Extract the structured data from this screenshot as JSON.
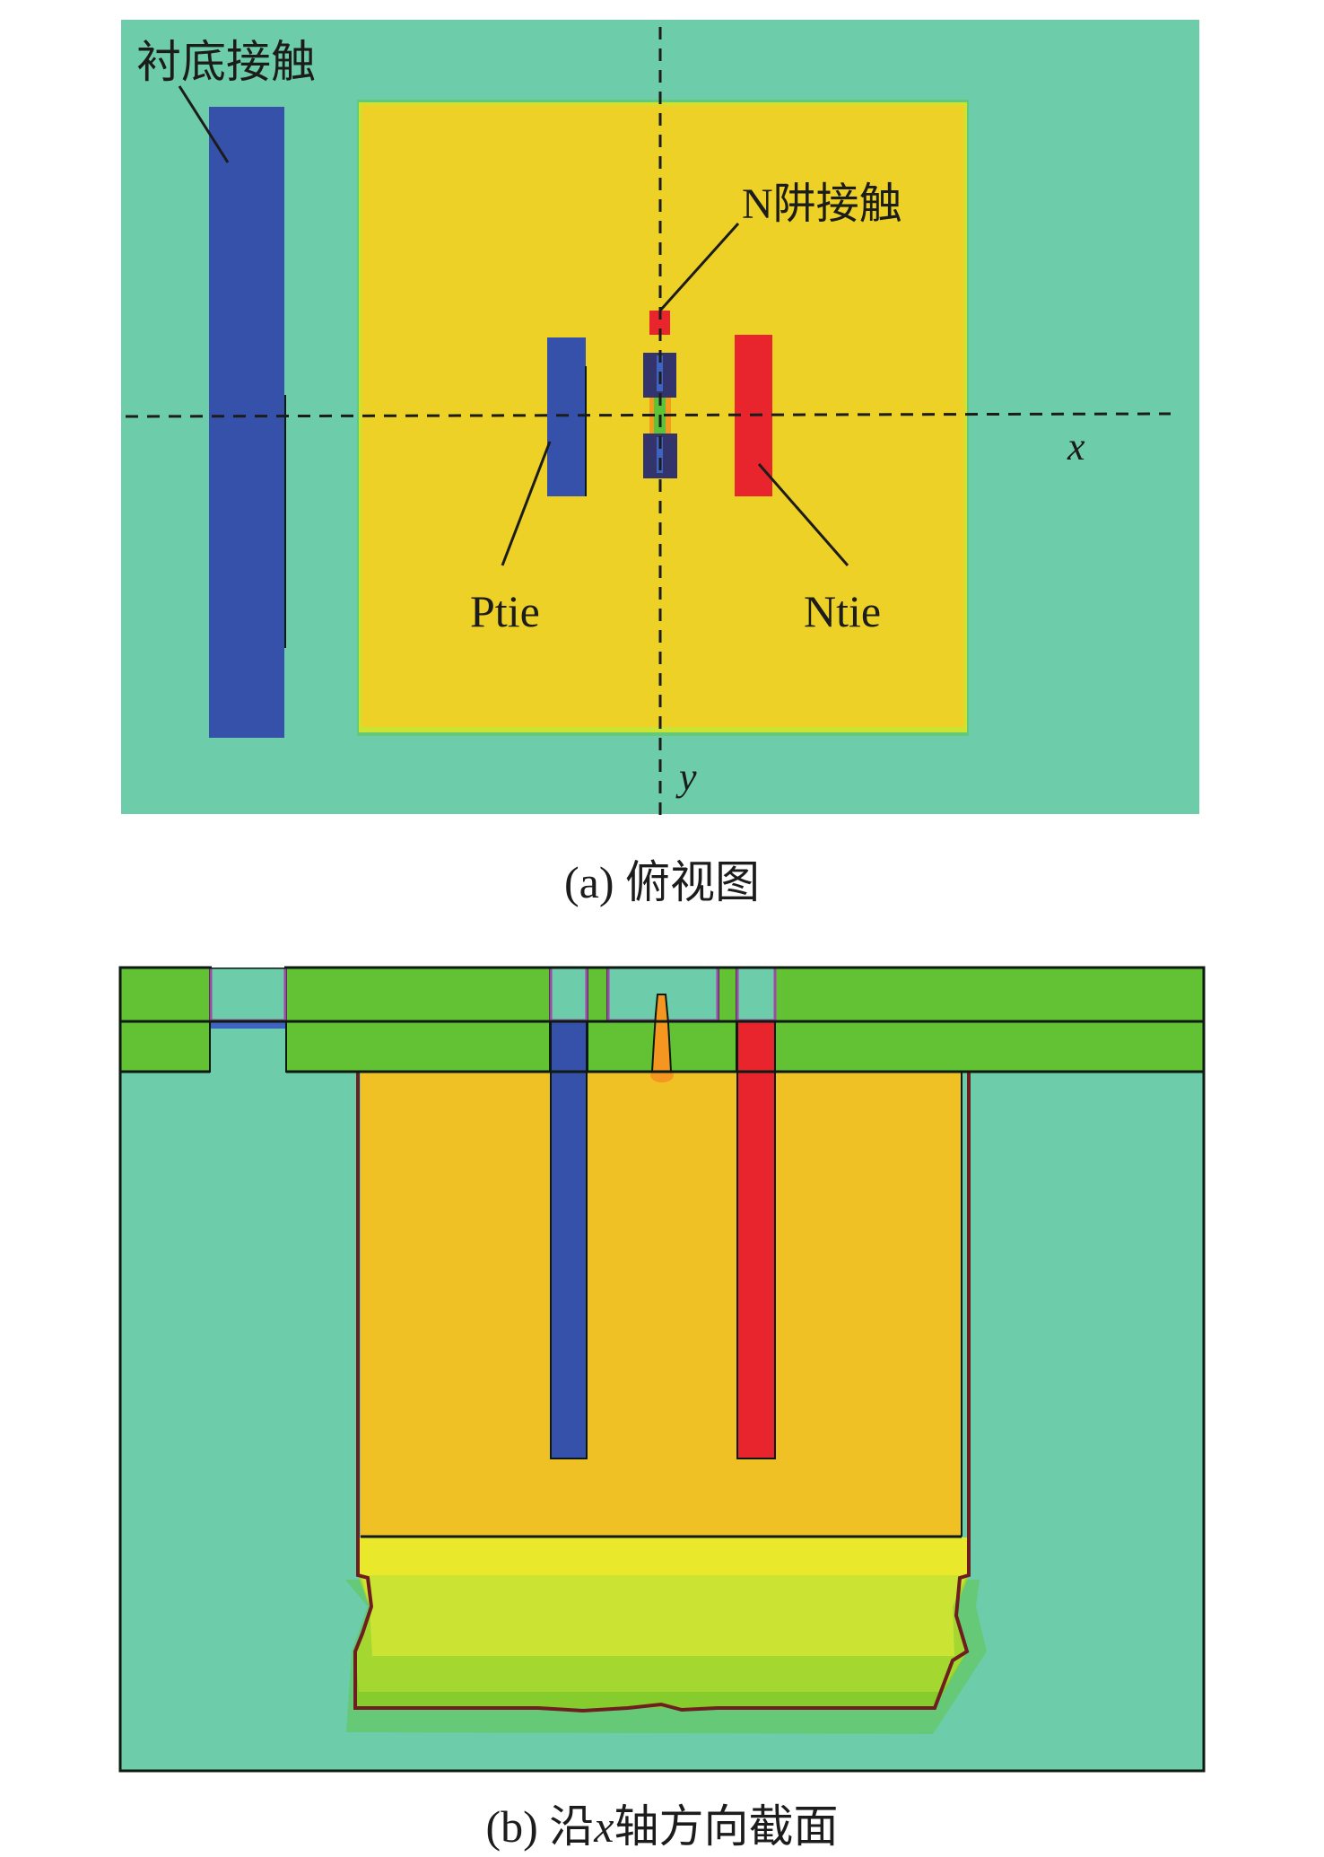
{
  "figure_a": {
    "caption": "(a) 俯视图",
    "labels": {
      "substrate_contact": "衬底接触",
      "nwell_contact": "N阱接触",
      "ptie": "Ptie",
      "ntie": "Ntie",
      "x_axis": "x",
      "y_axis": "y"
    }
  },
  "figure_b": {
    "caption_prefix": "(b) 沿",
    "caption_axis": "x",
    "caption_suffix": "轴方向截面"
  },
  "colors": {
    "substrate": "#6dcca9",
    "nwell": "#edd126",
    "nwell_section": "#efc124",
    "well_edge_yellow": "#e9e82a",
    "well_lime": "#cbe332",
    "well_green": "#a4d830",
    "well_deep_green": "#86cc2c",
    "halo_green": "#66c977",
    "oxide": "#63c234",
    "p_contact": "#3551aa",
    "n_contact": "#e8252d",
    "gate": "#32346b",
    "gate_poly": "#3f63c0",
    "channel": "#5cc237",
    "spike": "#f4961f",
    "metal_edge": "#9c4aa4",
    "junction": "#6e1e1e",
    "outline": "#0d1a12"
  }
}
